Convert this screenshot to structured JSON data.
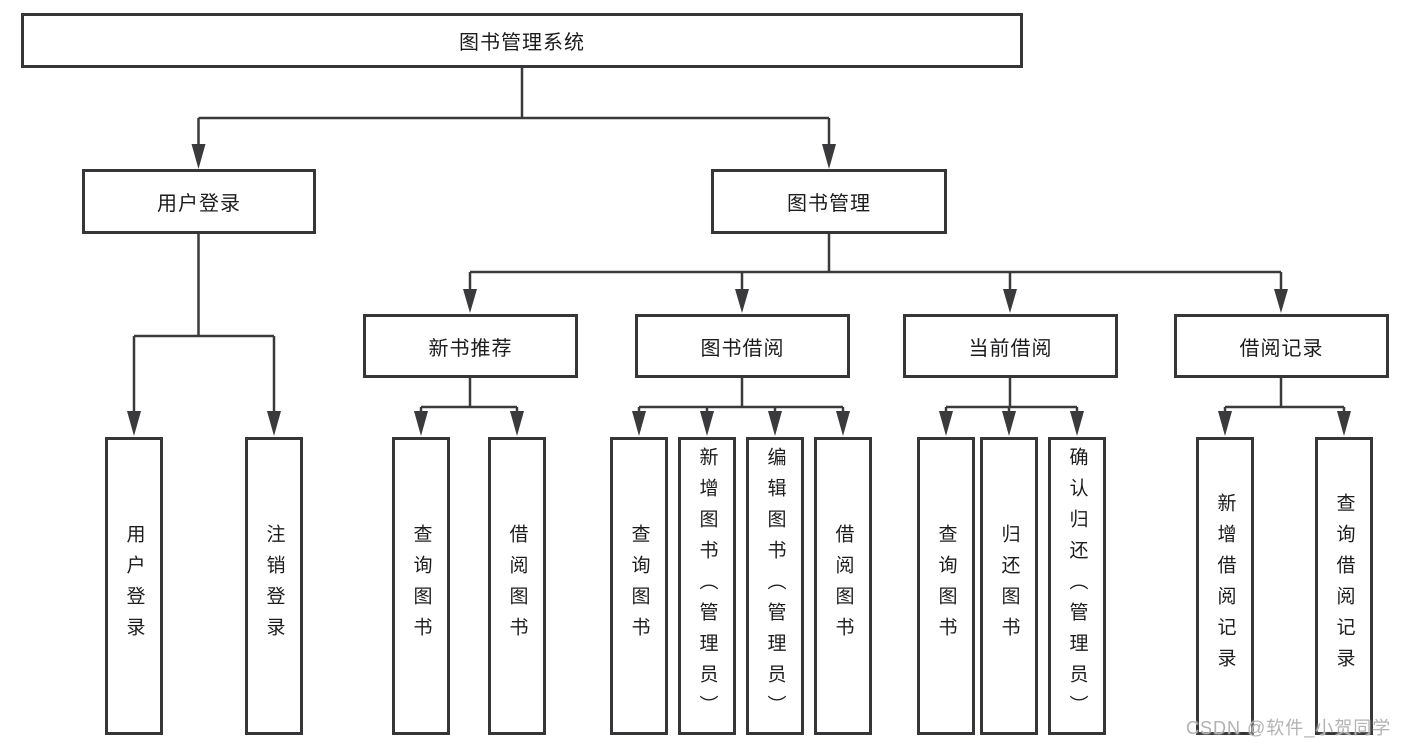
{
  "colors": {
    "line": "#3a3a3c",
    "box_border": "#363638",
    "box_fill": "#ffffff",
    "text": "#1c1c1e",
    "watermark": "#b2b2b2",
    "background": "#ffffff"
  },
  "watermark": {
    "text": "CSDN @软件_小贺同学"
  },
  "tree": {
    "label": "图书管理系统",
    "children": [
      {
        "label": "用户登录",
        "children": [
          {
            "label": "用户登录"
          },
          {
            "label": "注销登录"
          }
        ]
      },
      {
        "label": "图书管理",
        "children": [
          {
            "label": "新书推荐",
            "children": [
              {
                "label": "查询图书"
              },
              {
                "label": "借阅图书"
              }
            ]
          },
          {
            "label": "图书借阅",
            "children": [
              {
                "label": "查询图书"
              },
              {
                "label": "新增图书（管理员）"
              },
              {
                "label": "编辑图书（管理员）"
              },
              {
                "label": "借阅图书"
              }
            ]
          },
          {
            "label": "当前借阅",
            "children": [
              {
                "label": "查询图书"
              },
              {
                "label": "归还图书"
              },
              {
                "label": "确认归还（管理员）"
              }
            ]
          },
          {
            "label": "借阅记录",
            "children": [
              {
                "label": "新增借阅记录"
              },
              {
                "label": "查询借阅记录"
              }
            ]
          }
        ]
      }
    ]
  }
}
